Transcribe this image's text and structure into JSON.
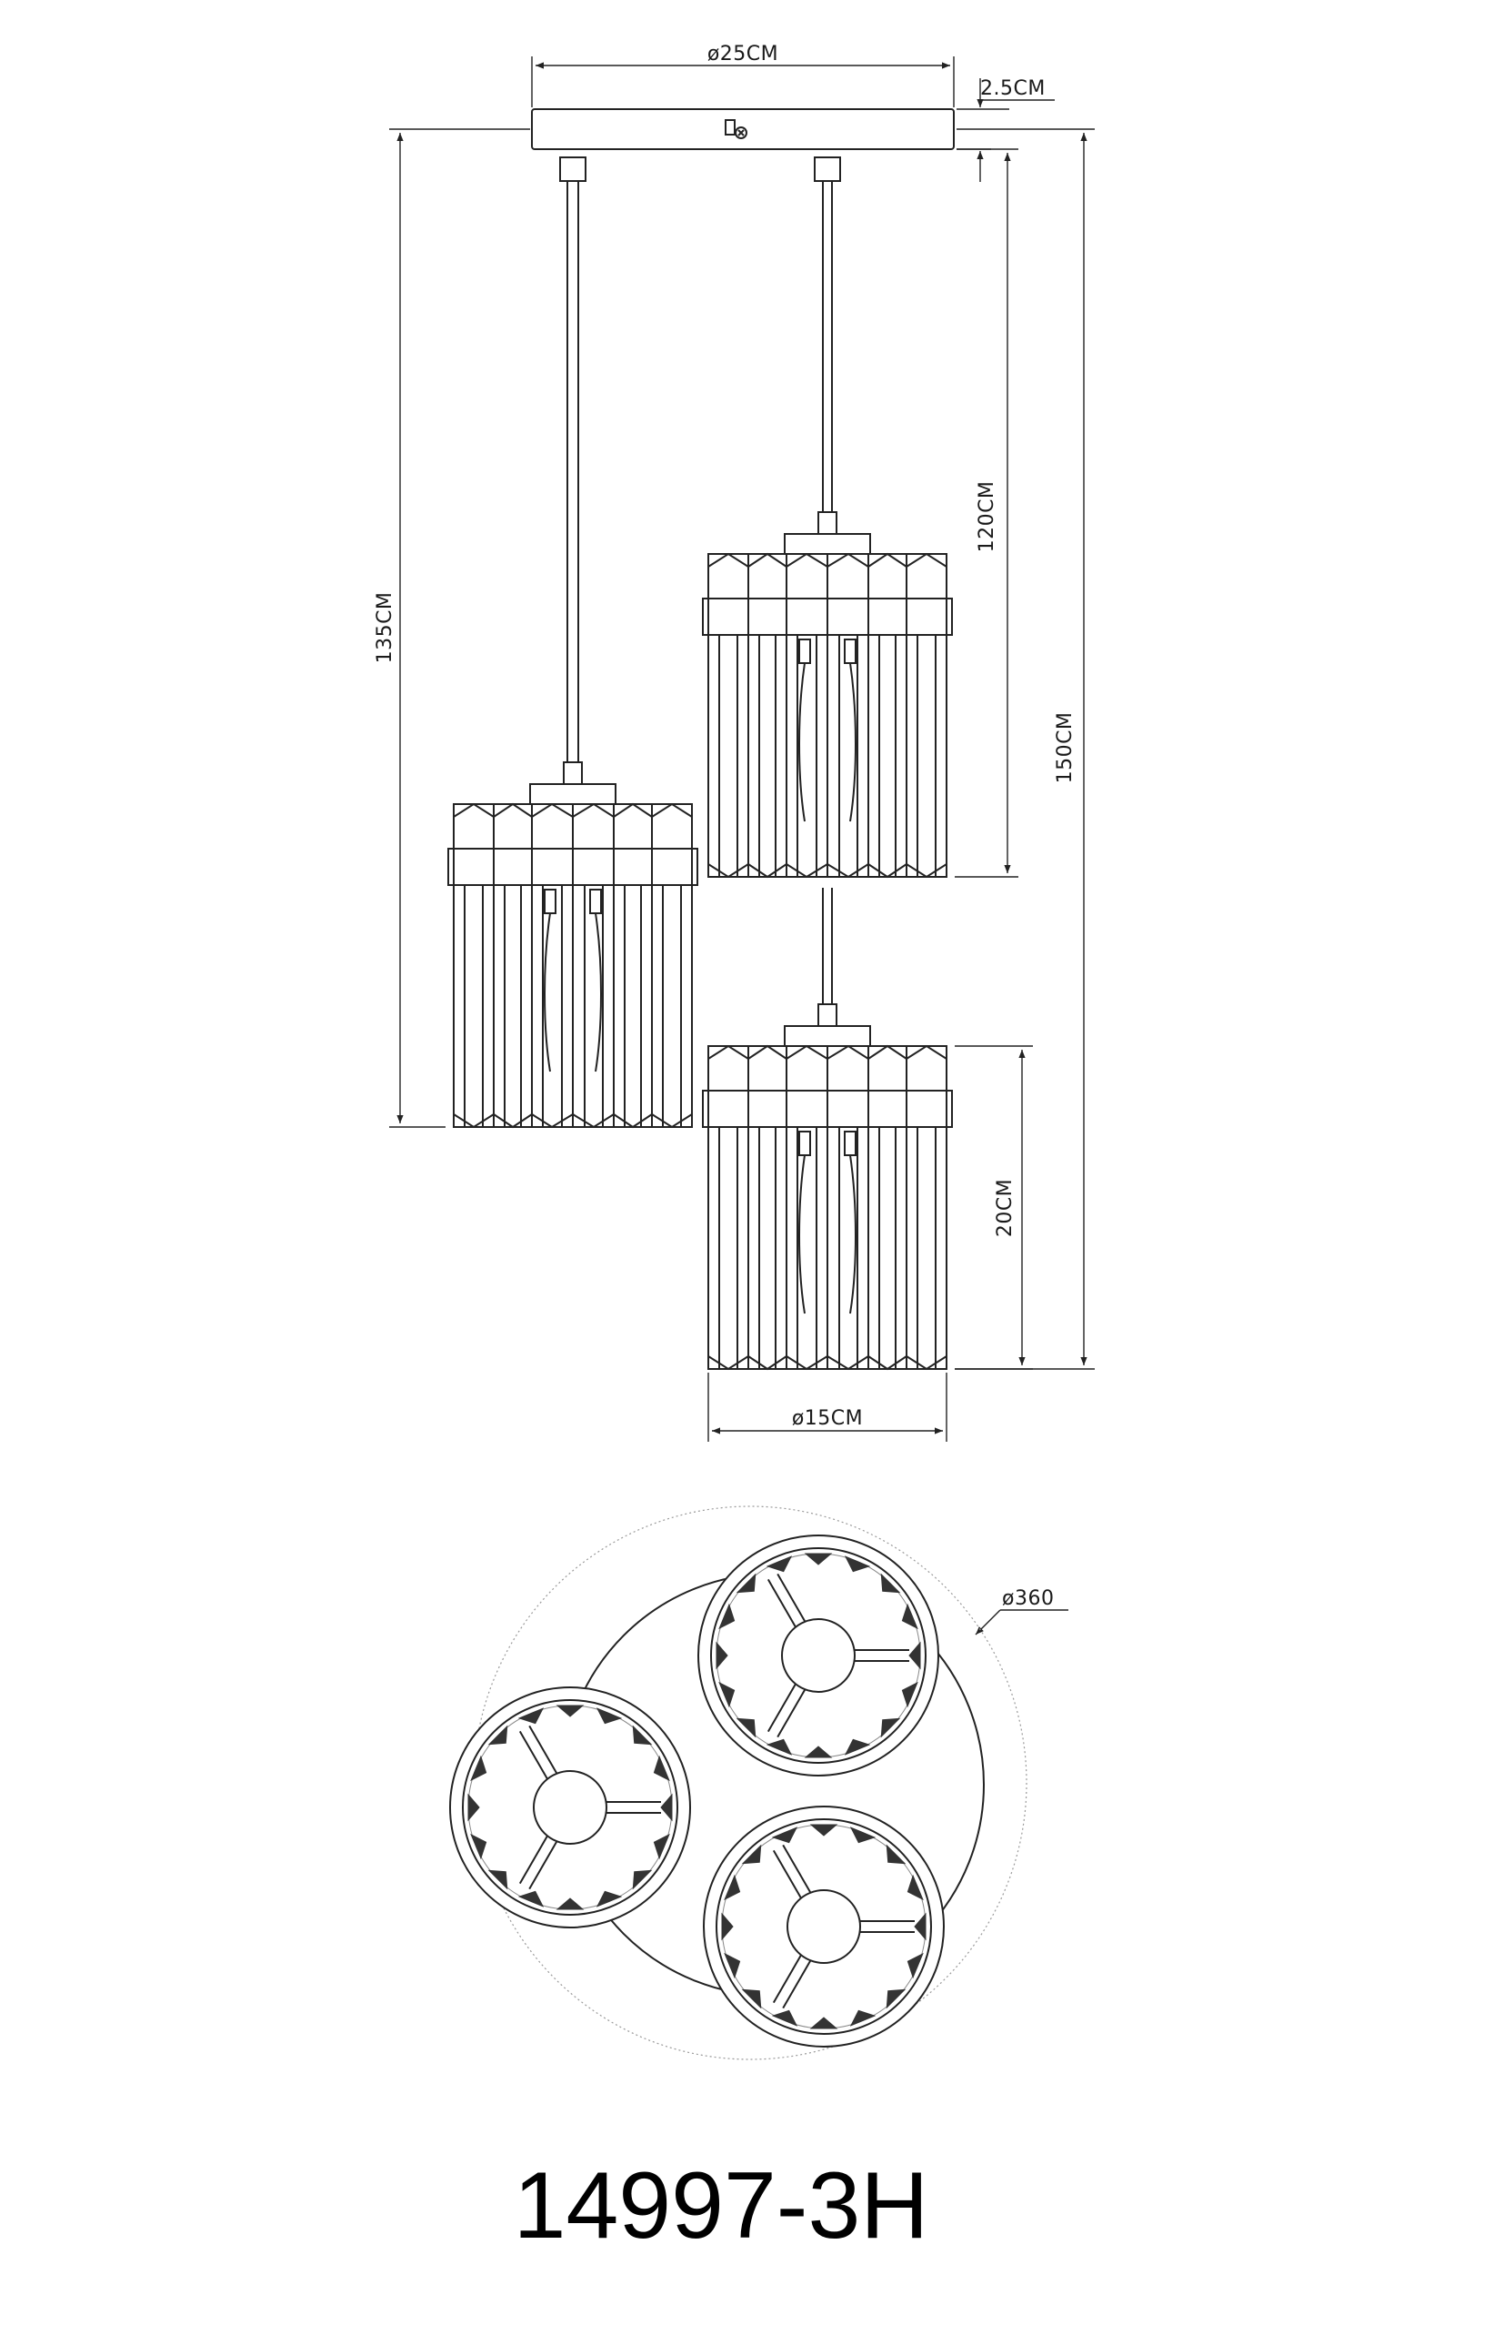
{
  "dimensions": {
    "canopy_diameter": "ø25CM",
    "canopy_height": "2.5CM",
    "cord_length": "120CM",
    "left_drop": "135CM",
    "total_height": "150CM",
    "shade_height": "20CM",
    "shade_diameter": "ø15CM",
    "plan_diameter": "ø360"
  },
  "model_number": "14997-3H"
}
